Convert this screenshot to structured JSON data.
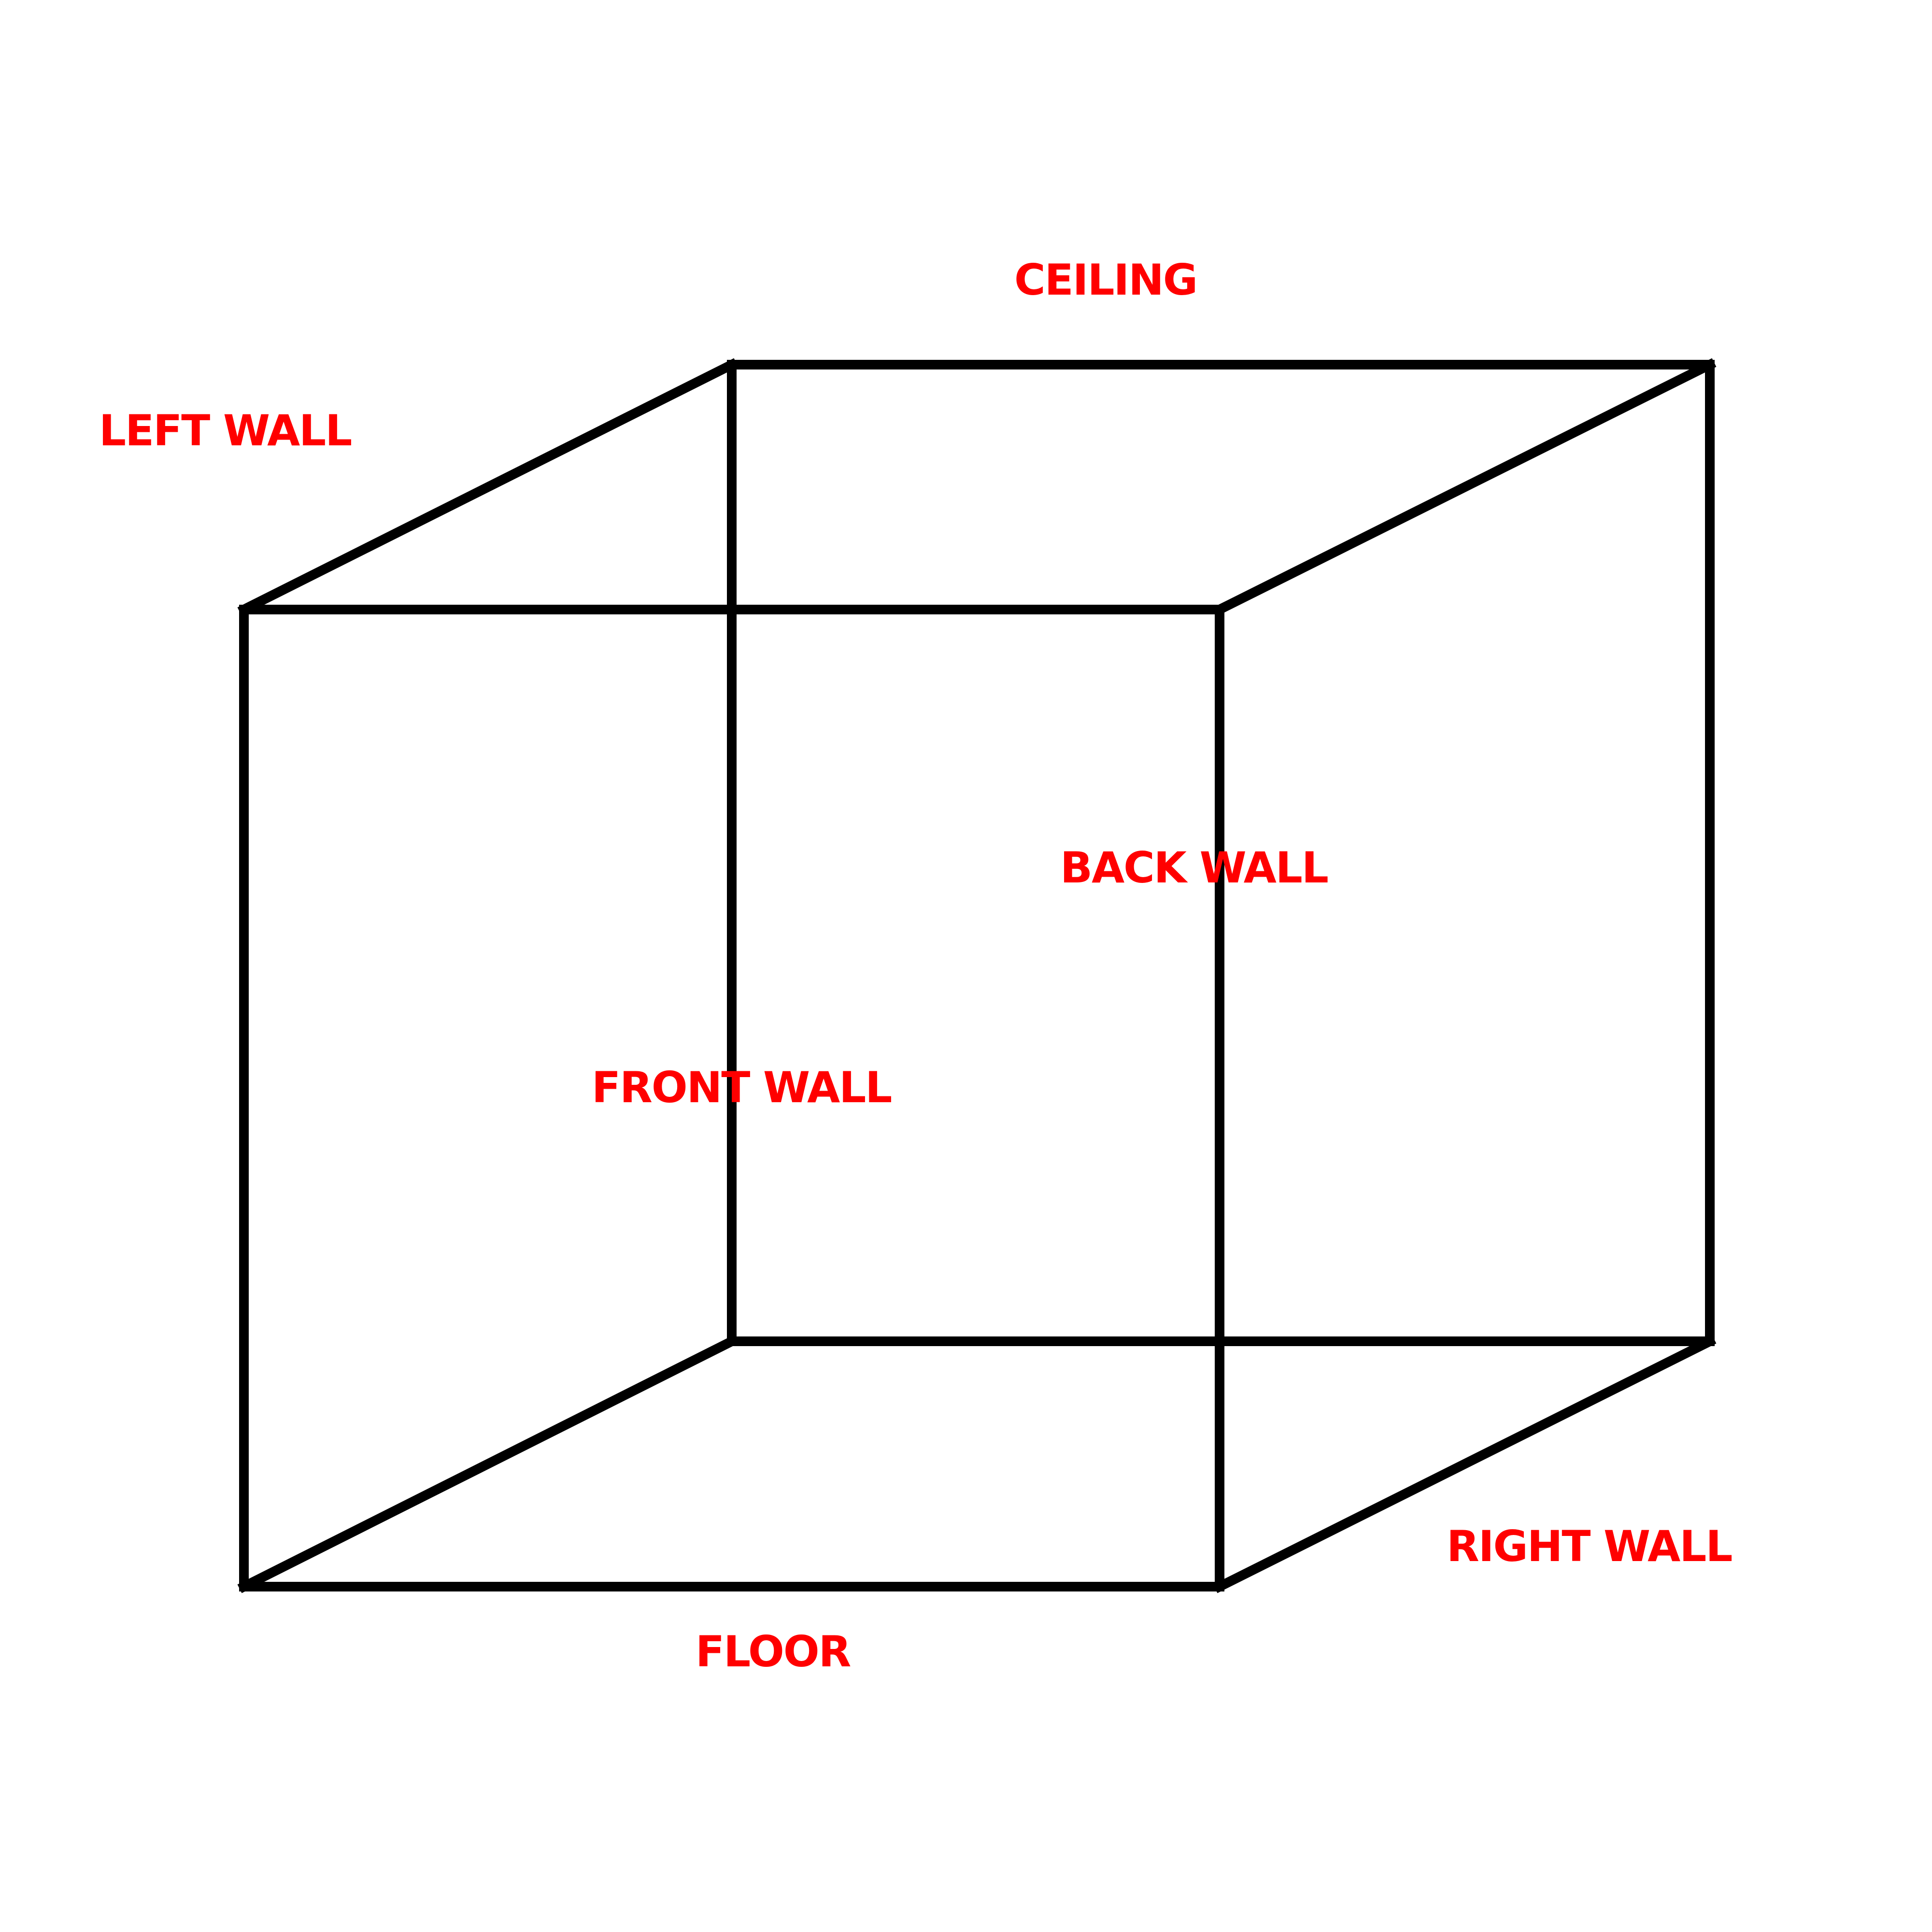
{
  "labels": {
    "ceiling": "CEILING",
    "left_wall": "LEFT WALL",
    "back_wall": "BACK WALL",
    "front_wall": "FRONT WALL",
    "right_wall": "RIGHT WALL",
    "floor": "FLOOR"
  },
  "colors": {
    "label": "#ff0000",
    "edge": "#000000",
    "background": "#ffffff"
  }
}
